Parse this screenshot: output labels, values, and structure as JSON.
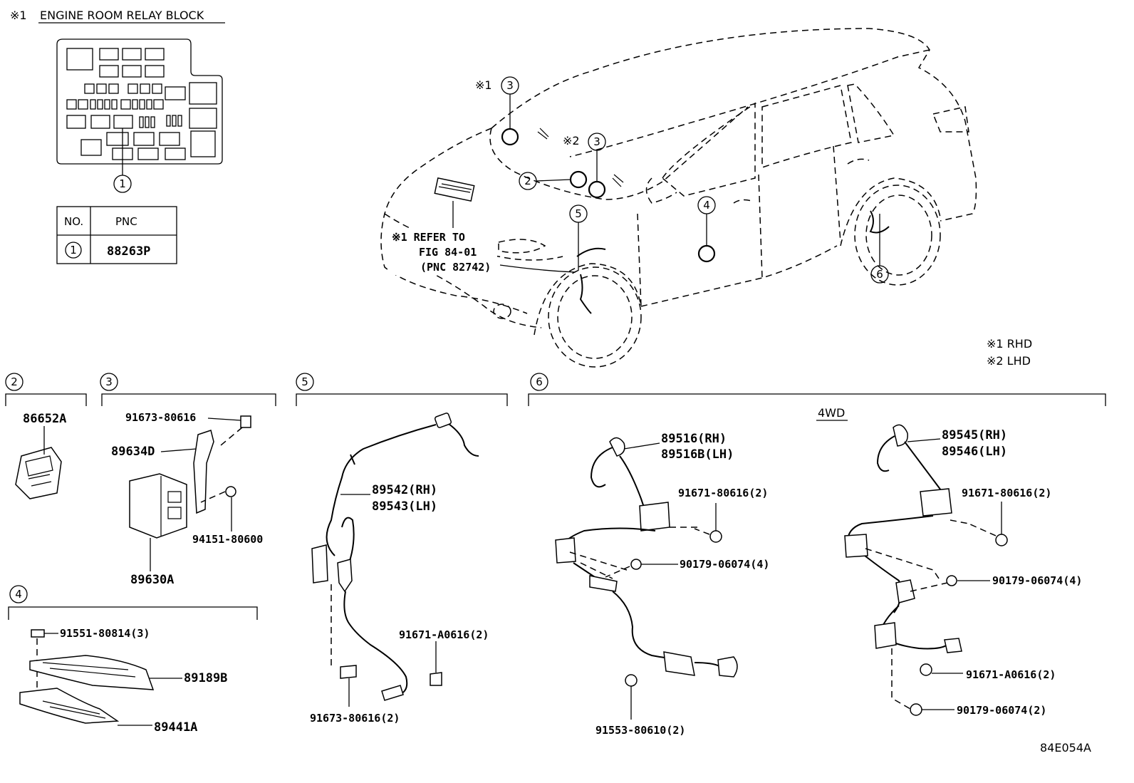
{
  "header": {
    "mark": "※1",
    "title": "ENGINE ROOM RELAY BLOCK"
  },
  "pnc_table": {
    "col_no": "NO.",
    "col_pnc": "PNC",
    "rows": [
      {
        "no": "1",
        "pnc": "88263P"
      }
    ]
  },
  "callouts": {
    "c1": "1",
    "c2": "2",
    "c3": "3",
    "c4": "4",
    "c5": "5",
    "c6": "6",
    "mark1": "※1",
    "mark2": "※2"
  },
  "refer": {
    "line1": "※1 REFER TO",
    "line2": "FIG 84-01",
    "line3": "(PNC 82742)"
  },
  "legend": {
    "rhd": "※1 RHD",
    "lhd": "※2 LHD"
  },
  "sections": {
    "s2": {
      "num": "2",
      "part": "86652A"
    },
    "s3": {
      "num": "3",
      "bolt": "91673-80616",
      "bracket": "89634D",
      "nut": "94151-80600",
      "ecu": "89630A"
    },
    "s4": {
      "num": "4",
      "bolt": "91551-80814(3)",
      "cover": "89189B",
      "bracket": "89441A"
    },
    "s5": {
      "num": "5",
      "rh": "89542(RH)",
      "lh": "89543(LH)",
      "bolt_right": "91671-A0616(2)",
      "bolt_bottom": "91673-80616(2)"
    },
    "s6": {
      "num": "6",
      "sub": "4WD",
      "left": {
        "rh": "89516(RH)",
        "lh": "89516B(LH)",
        "bolt1": "91671-80616(2)",
        "clip": "90179-06074(4)",
        "bolt2": "91553-80610(2)"
      },
      "right": {
        "rh": "89545(RH)",
        "lh": "89546(LH)",
        "bolt1": "91671-80616(2)",
        "clip": "90179-06074(4)",
        "bolt2": "91671-A0616(2)",
        "clip2": "90179-06074(2)"
      }
    }
  },
  "figure_id": "84E054A"
}
